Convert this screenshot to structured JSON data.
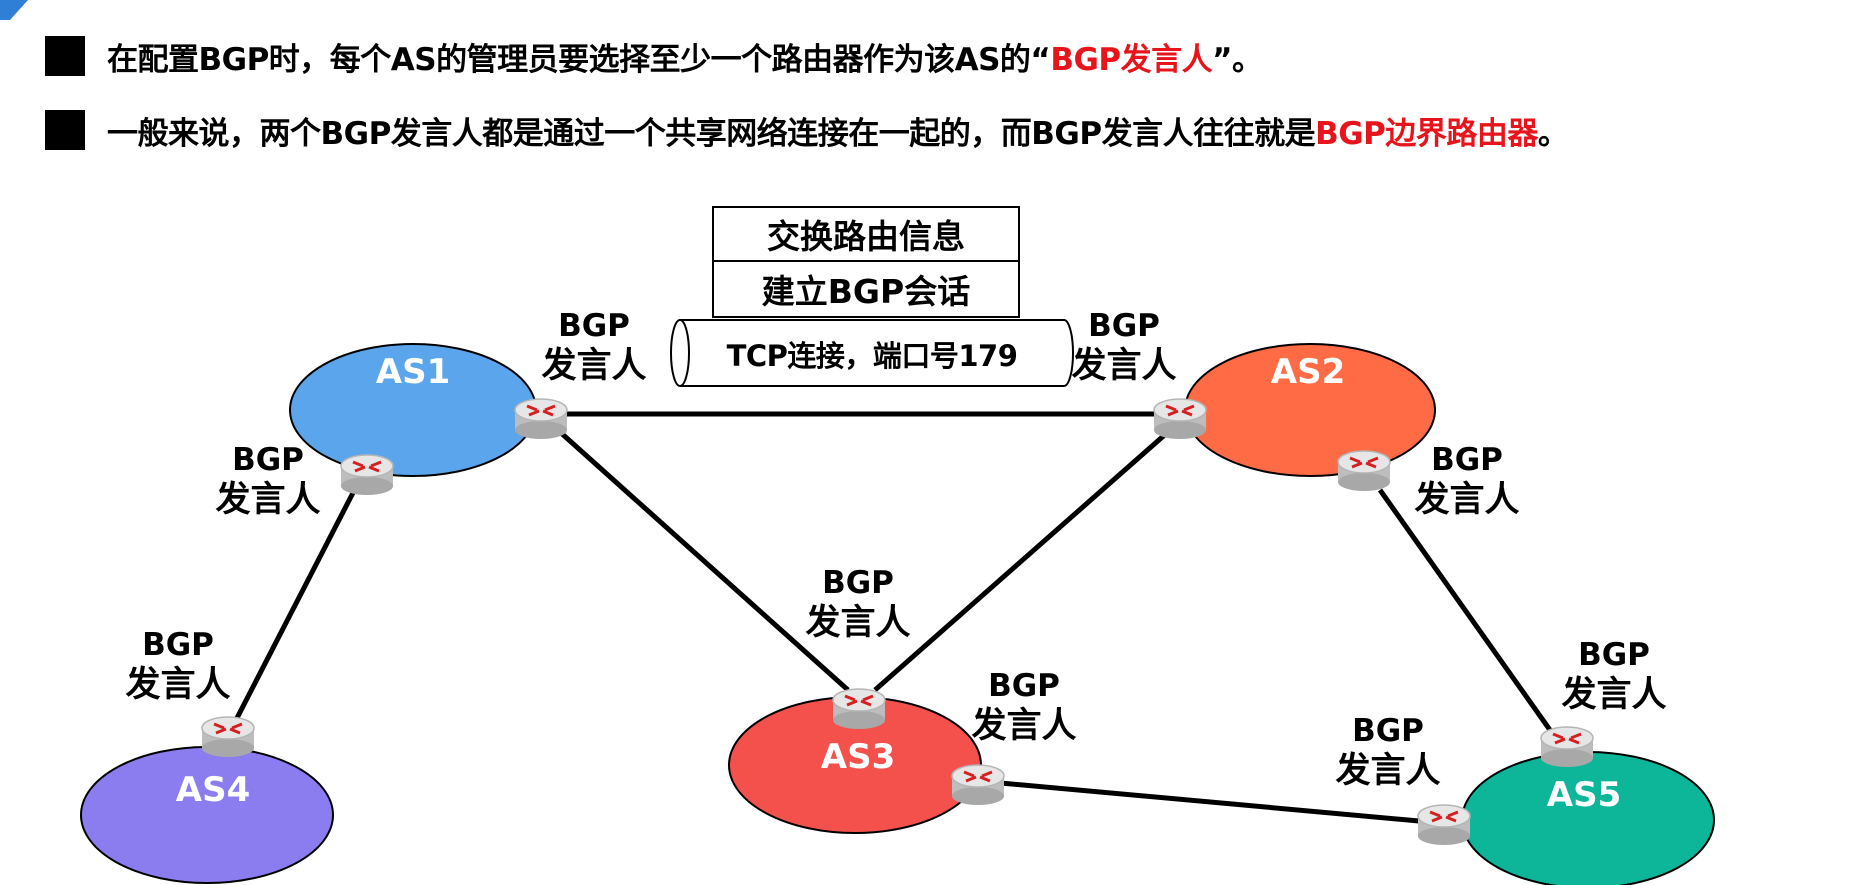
{
  "bullets": [
    {
      "before": "在配置BGP时，每个AS的管理员要选择至少一个路由器作为该AS的“",
      "highlight": "BGP发言人",
      "after": "”。"
    },
    {
      "before": "一般来说，两个BGP发言人都是通过一个共享网络连接在一起的，而BGP发言人往往就是",
      "highlight": "BGP边界路由器",
      "after": "。"
    }
  ],
  "stack": {
    "top": "交换路由信息",
    "middle": "建立BGP会话",
    "bottom": "TCP连接，端口号179"
  },
  "speaker": {
    "line1": "BGP",
    "line2": "发言人"
  },
  "as_nodes": [
    {
      "label": "AS1",
      "color": "#5aa5ec"
    },
    {
      "label": "AS2",
      "color": "#ff6b45"
    },
    {
      "label": "AS3",
      "color": "#f4514c"
    },
    {
      "label": "AS4",
      "color": "#8b7cf0"
    },
    {
      "label": "AS5",
      "color": "#0db699"
    }
  ],
  "colors": {
    "accent_red": "#e8141b",
    "corner_blue": "#2f7fd6",
    "router_gray": "#d6d6d6",
    "router_arrow": "#d42020"
  }
}
